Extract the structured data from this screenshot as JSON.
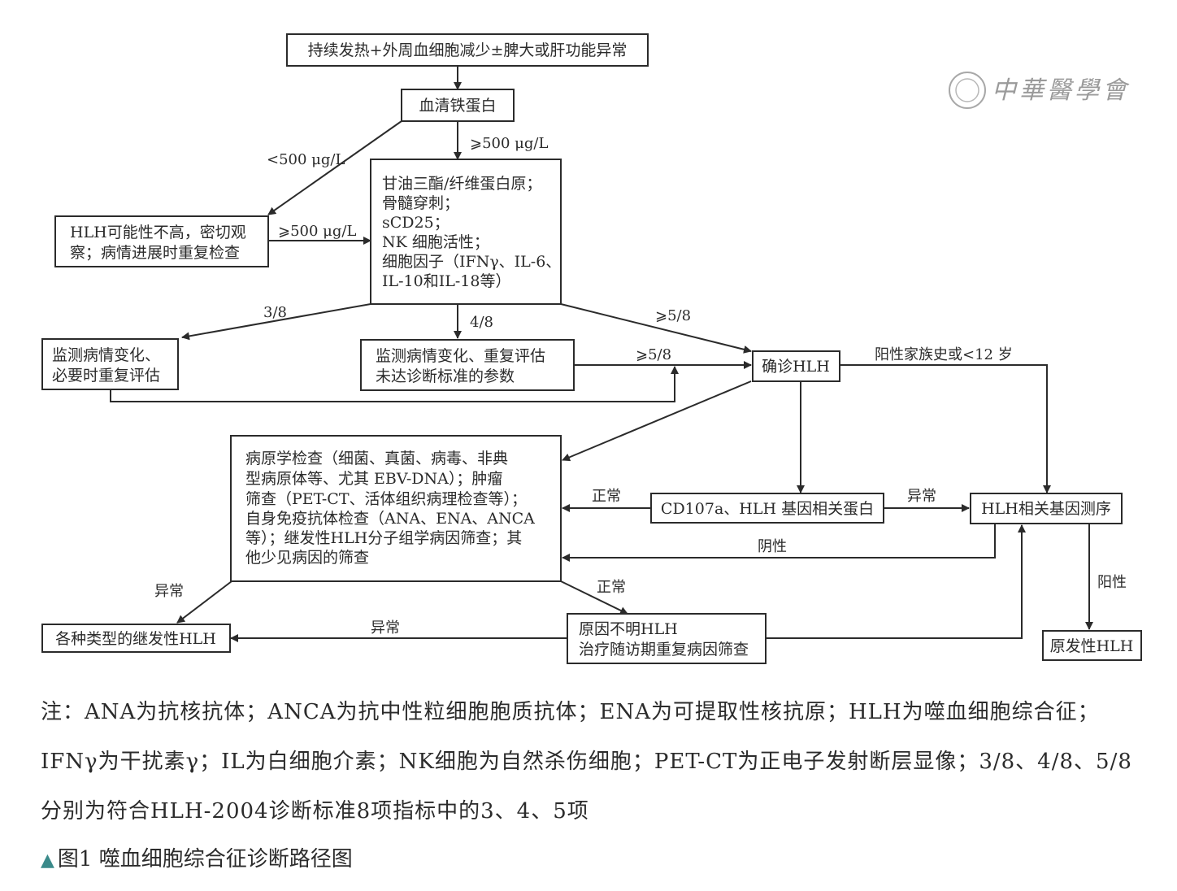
{
  "watermark": "中華醫學會",
  "nodes": {
    "start": "持续发热+外周血细胞减少±脾大或肝功能异常",
    "ferritin": "血清铁蛋白",
    "tests": [
      "甘油三酯/纤维蛋白原；",
      "骨髓穿刺；",
      "sCD25；",
      "NK 细胞活性；",
      "细胞因子（IFNγ、IL-6、",
      "IL-10和IL-18等）"
    ],
    "observe": [
      "HLH可能性不高，密切观",
      "察；病情进展时重复检查"
    ],
    "monitor1": [
      "监测病情变化、",
      "必要时重复评估"
    ],
    "monitor2": [
      "监测病情变化、重复评估",
      "未达诊断标准的参数"
    ],
    "confirm": "确诊HLH",
    "etiology": [
      "病原学检查（细菌、真菌、病毒、非典",
      "型病原体等、尤其 EBV-DNA）；肿瘤",
      "筛查（PET-CT、活体组织病理检查等）；",
      "自身免疫抗体检查（ANA、ENA、ANCA",
      "等）；继发性HLH分子组学病因筛查；其",
      "他少见病因的筛查"
    ],
    "cd107": "CD107a、HLH 基因相关蛋白",
    "gene": "HLH相关基因测序",
    "secondary": "各种类型的继发性HLH",
    "unknown": [
      "原因不明HLH",
      "治疗随访期重复病因筛查"
    ],
    "primary": "原发性HLH"
  },
  "edge_labels": {
    "lt500": "<500 μg/L",
    "ge500_a": "⩾500 μg/L",
    "ge500_b": "⩾500 μg/L",
    "r38": "3/8",
    "r48": "4/8",
    "r58_a": "⩾5/8",
    "r58_b": "⩾5/8",
    "family": "阳性家族史或<12 岁",
    "normal_a": "正常",
    "abnormal_a": "异常",
    "negative": "阴性",
    "abnormal_b": "异常",
    "normal_b": "正常",
    "abnormal_c": "异常",
    "positive": "阳性"
  },
  "note": "注：ANA为抗核抗体；ANCA为抗中性粒细胞胞质抗体；ENA为可提取性核抗原；HLH为噬血细胞综合征；IFNγ为干扰素γ；IL为白细胞介素；NK细胞为自然杀伤细胞；PET-CT为正电子发射断层显像；3/8、4/8、5/8分别为符合HLH-2004诊断标准8项指标中的3、4、5项",
  "caption": "图1 噬血细胞综合征诊断路径图"
}
